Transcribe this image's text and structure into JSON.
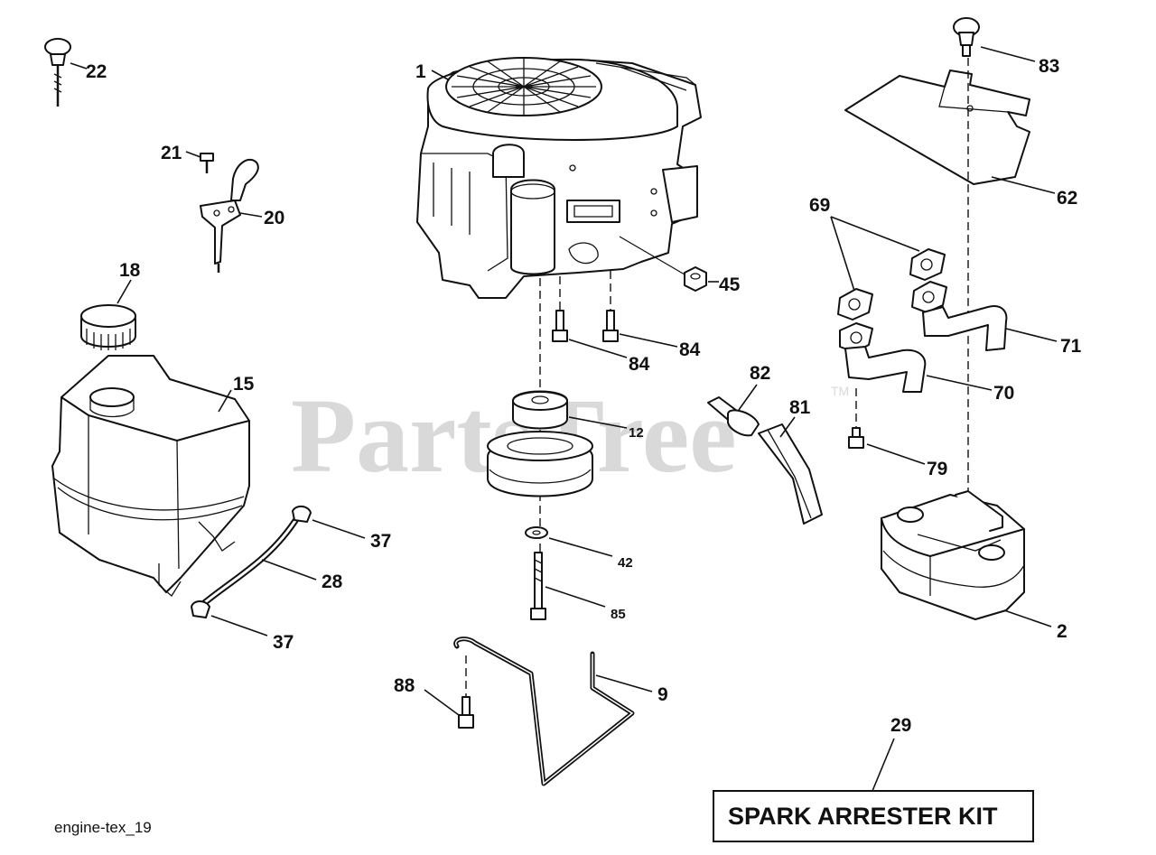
{
  "watermark": {
    "text": "PartsTree",
    "trademark": "TM"
  },
  "callouts": {
    "c1": "1",
    "c2": "2",
    "c9": "9",
    "c12": "12",
    "c15": "15",
    "c18": "18",
    "c20": "20",
    "c21": "21",
    "c22": "22",
    "c28": "28",
    "c29": "29",
    "c37a": "37",
    "c37b": "37",
    "c42": "42",
    "c45": "45",
    "c62": "62",
    "c69": "69",
    "c70": "70",
    "c71": "71",
    "c79": "79",
    "c81": "81",
    "c82": "82",
    "c83": "83",
    "c84a": "84",
    "c84b": "84",
    "c85": "85",
    "c88": "88"
  },
  "kit_label": "SPARK ARRESTER KIT",
  "diagram_code": "engine-tex_19"
}
